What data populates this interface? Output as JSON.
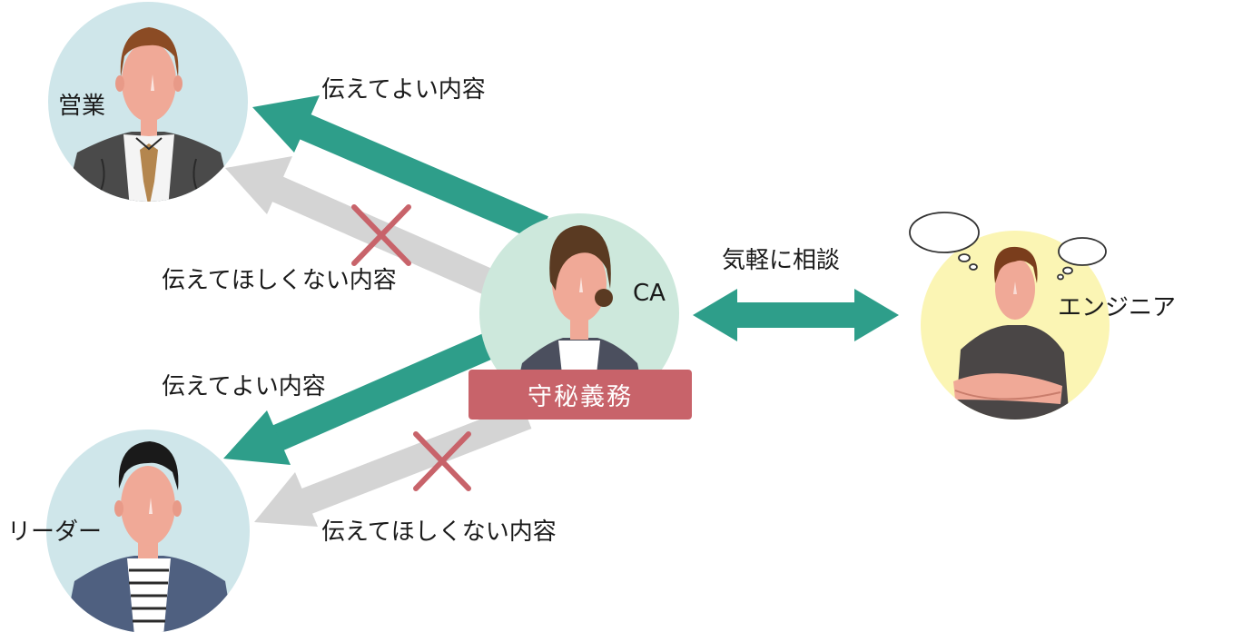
{
  "people": {
    "sales": {
      "label": "営業"
    },
    "leader": {
      "label": "リーダー"
    },
    "ca": {
      "label": "CA"
    },
    "engineer": {
      "label": "エンジニア"
    }
  },
  "flows": {
    "to_sales_ok": "伝えてよい内容",
    "to_sales_ng": "伝えてほしくない内容",
    "to_leader_ok": "伝えてよい内容",
    "to_leader_ng": "伝えてほしくない内容",
    "consult": "気軽に相談"
  },
  "confidentiality_badge": "守秘義務",
  "colors": {
    "teal_arrow": "#2e9e8a",
    "gray_arrow": "#d4d4d4",
    "cross": "#c8636a",
    "badge": "#c8636a",
    "circle_blue": "#cfe6ea",
    "circle_mint": "#cde8dc",
    "circle_yellow": "#fbf5b4"
  }
}
